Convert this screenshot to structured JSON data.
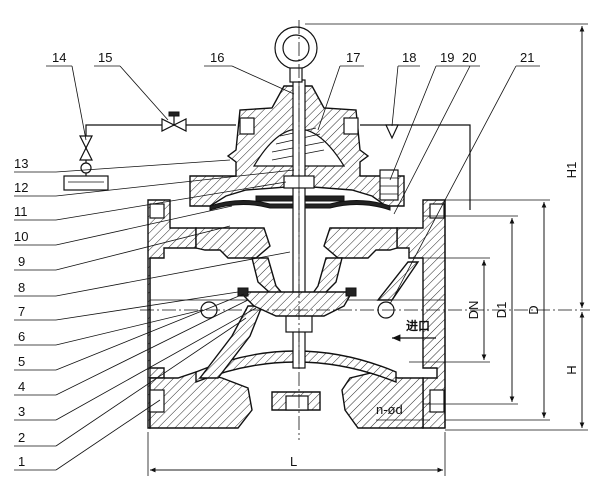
{
  "part_numbers": [
    "1",
    "2",
    "3",
    "4",
    "5",
    "6",
    "7",
    "8",
    "9",
    "10",
    "11",
    "12",
    "13",
    "14",
    "15",
    "16",
    "17",
    "18",
    "19",
    "20",
    "21"
  ],
  "dimensions": {
    "length": "L",
    "overall_height_upper": "H1",
    "height_lower": "H",
    "flange_outer_diameter": "D",
    "bolt_circle_diameter": "D1",
    "nominal_diameter": "DN",
    "bolt_holes": "n-ød"
  },
  "flow_label": "进口"
}
